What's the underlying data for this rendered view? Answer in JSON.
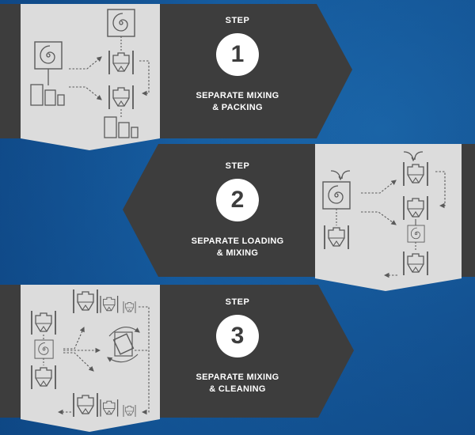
{
  "colors": {
    "background_blue": "#15599c",
    "dark_band": "#3d3d3d",
    "panel_light": "#dcdcdc",
    "icon_stroke": "#5a5a5a",
    "text": "#ffffff",
    "number_text": "#3d3d3d"
  },
  "steps": [
    {
      "label": "STEP",
      "number": "1",
      "title_line1": "SEPARATE MIXING",
      "title_line2": "& PACKING",
      "arrow_direction": "right",
      "diagram_side": "left",
      "diagram_icons": [
        "mixer-icon",
        "containers-icon",
        "mixer-icon",
        "vessel-icon",
        "vessel-icon",
        "containers-icon"
      ]
    },
    {
      "label": "STEP",
      "number": "2",
      "title_line1": "SEPARATE LOADING",
      "title_line2": "& MIXING",
      "arrow_direction": "left",
      "diagram_side": "right",
      "diagram_icons": [
        "mixer-icon",
        "vessel-icon",
        "vessel-icon",
        "vessel-icon",
        "mixer-icon",
        "vessel-icon"
      ]
    },
    {
      "label": "STEP",
      "number": "3",
      "title_line1": "SEPARATE MIXING",
      "title_line2": "& CLEANING",
      "arrow_direction": "right",
      "diagram_side": "left",
      "diagram_icons": [
        "vessel-icon",
        "mixer-icon",
        "vessel-icon",
        "vessels-row-icon",
        "tumble-clean-icon",
        "vessels-row-icon"
      ]
    }
  ]
}
